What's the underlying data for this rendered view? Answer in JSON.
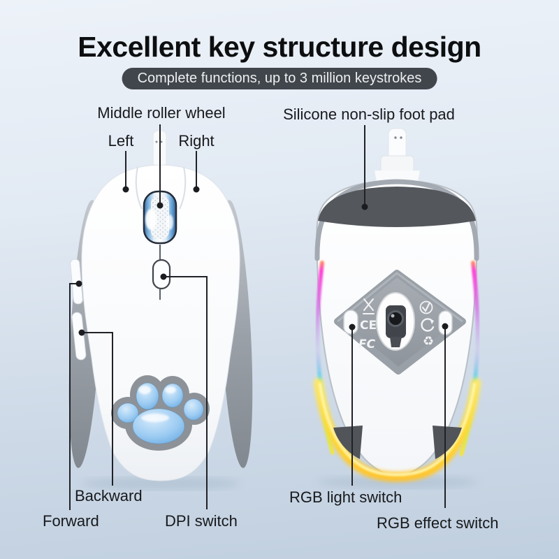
{
  "header": {
    "title": "Excellent key structure design",
    "subtitle": "Complete functions, up to 3 million keystrokes"
  },
  "callouts": {
    "middle_roller_wheel": "Middle roller wheel",
    "left": "Left",
    "right": "Right",
    "foot_pad": "Silicone non-slip foot pad",
    "backward": "Backward",
    "forward": "Forward",
    "dpi_switch": "DPI switch",
    "rgb_light_switch": "RGB light switch",
    "rgb_effect_switch": "RGB effect switch"
  },
  "certification_marks": {
    "ce": "CE",
    "fcc": "FC",
    "recycle_symbol": "♻"
  },
  "colors": {
    "background_top": "#edf2f9",
    "background_bottom": "#c0cfdf",
    "subtitle_pill": "#41464c",
    "wheel_accent_blue": "#6aa5d8",
    "paw_pad_blue": "#8ec4ef",
    "rgb_glow_yellow": "#ffd52e",
    "rgb_glow_magenta": "#f542d0",
    "rgb_glow_cyan": "#4ae4ee"
  }
}
